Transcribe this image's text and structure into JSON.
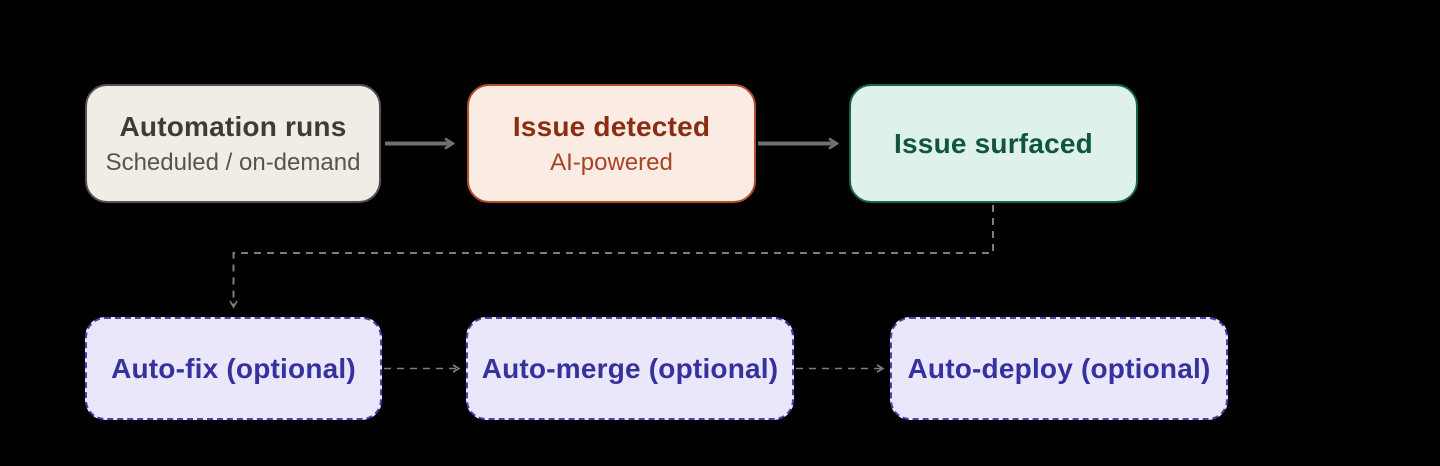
{
  "diagram": {
    "background": "#000000",
    "nodes": {
      "automation_runs": {
        "title": "Automation runs",
        "subtitle": "Scheduled / on-demand",
        "fill": "#EFEDE5",
        "border": "#55544C",
        "title_color": "#3D3C35",
        "subtitle_color": "#57554B"
      },
      "issue_detected": {
        "title": "Issue detected",
        "subtitle": "AI-powered",
        "fill": "#FAEBE3",
        "border": "#B14E2B",
        "title_color": "#8A2D11",
        "subtitle_color": "#A64426"
      },
      "issue_surfaced": {
        "title": "Issue surfaced",
        "fill": "#DEF2E9",
        "border": "#156549",
        "title_color": "#0F5540"
      },
      "auto_fix": {
        "title": "Auto-fix (optional)",
        "fill": "#E9E7F9",
        "border": "#4A41AB",
        "title_color": "#37309F"
      },
      "auto_merge": {
        "title": "Auto-merge (optional)",
        "fill": "#E9E7F9",
        "border": "#4A41AB",
        "title_color": "#37309F"
      },
      "auto_deploy": {
        "title": "Auto-deploy (optional)",
        "fill": "#E9E7F9",
        "border": "#4A41AB",
        "title_color": "#37309F"
      }
    },
    "connectors": [
      {
        "from": "automation_runs",
        "to": "issue_detected",
        "style": "solid",
        "color": "#71706B"
      },
      {
        "from": "issue_detected",
        "to": "issue_surfaced",
        "style": "solid",
        "color": "#71706B"
      },
      {
        "from": "issue_surfaced",
        "to": "auto_fix",
        "style": "dashed",
        "color": "#7D7D7D"
      },
      {
        "from": "auto_fix",
        "to": "auto_merge",
        "style": "dashed",
        "color": "#7D7D7D"
      },
      {
        "from": "auto_merge",
        "to": "auto_deploy",
        "style": "dashed",
        "color": "#7D7D7D"
      }
    ]
  }
}
